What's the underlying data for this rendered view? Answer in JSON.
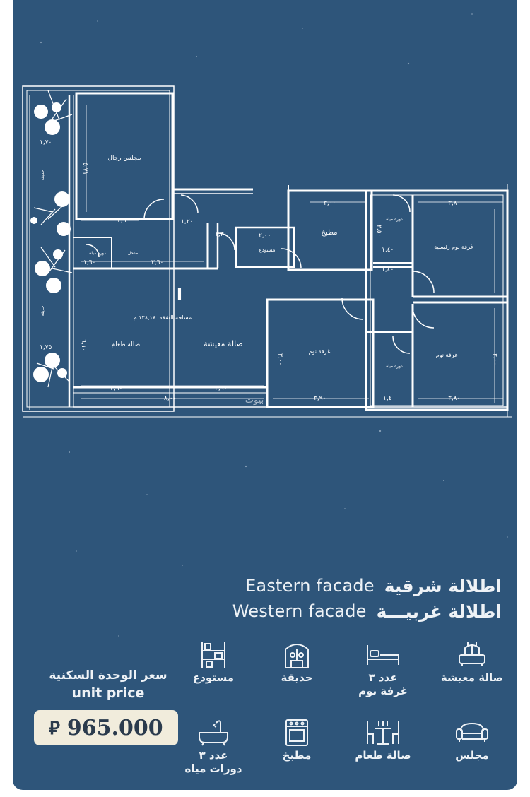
{
  "floorplan": {
    "rooms": {
      "men_majlis": "مجلس رجال",
      "kitchen": "مطبخ",
      "master_bedroom": "غرفة نوم رئيسية",
      "toilet_1": "دورة مياه",
      "toilet_2": "دورة مياه",
      "toilet_3": "دورة مياه",
      "storage": "مستودع",
      "entrance": "مدخل",
      "dining_hall": "صالة طعام",
      "living_hall": "صالة معيشة",
      "bedroom_1": "غرفة نوم",
      "bedroom_2": "غرفة نوم",
      "area": "مساحة الشقة: ١٢٨,١٨ م",
      "garden_top": "حديقة",
      "garden_bottom": "حديقة",
      "unit_no": "I"
    },
    "dims": {
      "d_170": "١,٧٠",
      "d_571": "٥,٧١",
      "d_390a": "٣,٩٠",
      "d_120": "١,٢٠",
      "d_130": "١,٣٠",
      "d_300a": "٣,٠٠",
      "d_200": "٢,٠٠",
      "d_380a": "٣,٨٠",
      "d_250": "٢,٥٠",
      "d_140a": "١,٤٠",
      "d_140b": "١,٤٠",
      "d_160": "١,٦٠",
      "d_360": "٣,٦٠",
      "d_610": "٦,١٠",
      "d_175": "١,٧٥",
      "d_390b": "٣,٩٠",
      "d_390c": "٣,٩٠",
      "d_800": "٨,٠٠",
      "d_390d": "٣,٩٠",
      "d_14": "١,٤",
      "d_380b": "٣,٨٠",
      "d_300b": "٣,٠٠",
      "d_300c": "٣,٠٠"
    },
    "watermark": "بيوت"
  },
  "facades": [
    {
      "en": "Eastern facade",
      "ar": "اطلالة شرقية"
    },
    {
      "en": "Western facade",
      "ar": "اطلالة غربيـــة"
    }
  ],
  "amenities_row1": [
    {
      "icon": "sofa-icon",
      "label": "صالة معيشة"
    },
    {
      "icon": "bed-icon",
      "label": "عدد ٣\nغرفة نوم"
    },
    {
      "icon": "garden-icon",
      "label": "حديقة"
    },
    {
      "icon": "shelves-icon",
      "label": "مستودع"
    }
  ],
  "amenities_row2": [
    {
      "icon": "couch-icon",
      "label": "مجلس"
    },
    {
      "icon": "dining-table-icon",
      "label": "صالة طعام"
    },
    {
      "icon": "stove-icon",
      "label": "مطبخ"
    },
    {
      "icon": "bathtub-icon",
      "label": "عدد ٣\nدورات مياه"
    }
  ],
  "price": {
    "title_ar": "سعر الوحدة السكنية",
    "title_en": "unit price",
    "value": "965.000",
    "currency": "⃁"
  },
  "colors": {
    "background": "#2e557a",
    "price_box": "#f1ecdc",
    "lines": "#ffffff"
  }
}
